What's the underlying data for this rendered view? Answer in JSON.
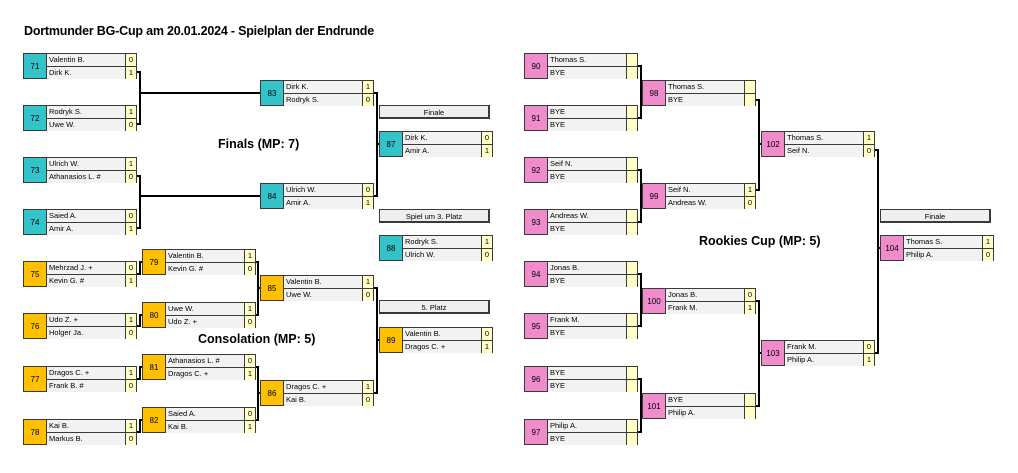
{
  "title": "Dortmunder BG-Cup am 20.01.2024 - Spielplan der Endrunde",
  "sections": {
    "finals": "Finals (MP: 7)",
    "consolation": "Consolation (MP: 5)",
    "rookies": "Rookies Cup (MP: 5)"
  },
  "labels": {
    "finale": "Finale",
    "third_place": "Spiel um 3. Platz",
    "fifth_place": "5. Platz",
    "rookies_finale": "Finale"
  },
  "colors": {
    "finals": "#33c3c8",
    "consolation": "#ffc000",
    "rookies": "#f08ccc",
    "score_bg": "#ffffc6"
  },
  "matches": {
    "m71": {
      "id": "71",
      "p1": "Valentin B.",
      "s1": "0",
      "p2": "Dirk K.",
      "s2": "1"
    },
    "m72": {
      "id": "72",
      "p1": "Rodryk S.",
      "s1": "1",
      "p2": "Uwe W.",
      "s2": "0"
    },
    "m73": {
      "id": "73",
      "p1": "Ulrich W.",
      "s1": "1",
      "p2": "Athanasios L. #",
      "s2": "0"
    },
    "m74": {
      "id": "74",
      "p1": "Saied A.",
      "s1": "0",
      "p2": "Amir A.",
      "s2": "1"
    },
    "m83": {
      "id": "83",
      "p1": "Dirk K.",
      "s1": "1",
      "p2": "Rodryk S.",
      "s2": "0"
    },
    "m84": {
      "id": "84",
      "p1": "Ulrich W.",
      "s1": "0",
      "p2": "Amir A.",
      "s2": "1"
    },
    "m87": {
      "id": "87",
      "p1": "Dirk K.",
      "s1": "0",
      "p2": "Amir A.",
      "s2": "1"
    },
    "m88": {
      "id": "88",
      "p1": "Rodryk S.",
      "s1": "1",
      "p2": "Ulrich W.",
      "s2": "0"
    },
    "m75": {
      "id": "75",
      "p1": "Mehrzad J. +",
      "s1": "0",
      "p2": "Kevin G. #",
      "s2": "1"
    },
    "m76": {
      "id": "76",
      "p1": "Udo Z. +",
      "s1": "1",
      "p2": "Holger Ja.",
      "s2": "0"
    },
    "m77": {
      "id": "77",
      "p1": "Dragos C. +",
      "s1": "1",
      "p2": "Frank B. #",
      "s2": "0"
    },
    "m78": {
      "id": "78",
      "p1": "Kai B.",
      "s1": "1",
      "p2": "Markus B.",
      "s2": "0"
    },
    "m79": {
      "id": "79",
      "p1": "Valentin B.",
      "s1": "1",
      "p2": "Kevin G. #",
      "s2": "0"
    },
    "m80": {
      "id": "80",
      "p1": "Uwe W.",
      "s1": "1",
      "p2": "Udo Z. +",
      "s2": "0"
    },
    "m81": {
      "id": "81",
      "p1": "Athanasios L. #",
      "s1": "0",
      "p2": "Dragos C. +",
      "s2": "1"
    },
    "m82": {
      "id": "82",
      "p1": "Saied A.",
      "s1": "0",
      "p2": "Kai B.",
      "s2": "1"
    },
    "m85": {
      "id": "85",
      "p1": "Valentin B.",
      "s1": "1",
      "p2": "Uwe W.",
      "s2": "0"
    },
    "m86": {
      "id": "86",
      "p1": "Dragos C. +",
      "s1": "1",
      "p2": "Kai B.",
      "s2": "0"
    },
    "m89": {
      "id": "89",
      "p1": "Valentin B.",
      "s1": "0",
      "p2": "Dragos C. +",
      "s2": "1"
    },
    "m90": {
      "id": "90",
      "p1": "Thomas S.",
      "s1": "",
      "p2": "BYE",
      "s2": ""
    },
    "m91": {
      "id": "91",
      "p1": "BYE",
      "s1": "",
      "p2": "BYE",
      "s2": ""
    },
    "m92": {
      "id": "92",
      "p1": "Seif N.",
      "s1": "",
      "p2": "BYE",
      "s2": ""
    },
    "m93": {
      "id": "93",
      "p1": "Andreas W.",
      "s1": "",
      "p2": "BYE",
      "s2": ""
    },
    "m94": {
      "id": "94",
      "p1": "Jonas B.",
      "s1": "",
      "p2": "BYE",
      "s2": ""
    },
    "m95": {
      "id": "95",
      "p1": "Frank M.",
      "s1": "",
      "p2": "BYE",
      "s2": ""
    },
    "m96": {
      "id": "96",
      "p1": "BYE",
      "s1": "",
      "p2": "BYE",
      "s2": ""
    },
    "m97": {
      "id": "97",
      "p1": "Philip A.",
      "s1": "",
      "p2": "BYE",
      "s2": ""
    },
    "m98": {
      "id": "98",
      "p1": "Thomas S.",
      "s1": "",
      "p2": "BYE",
      "s2": ""
    },
    "m99": {
      "id": "99",
      "p1": "Seif N.",
      "s1": "1",
      "p2": "Andreas W.",
      "s2": "0"
    },
    "m100": {
      "id": "100",
      "p1": "Jonas B.",
      "s1": "0",
      "p2": "Frank M.",
      "s2": "1"
    },
    "m101": {
      "id": "101",
      "p1": "BYE",
      "s1": "",
      "p2": "Philip A.",
      "s2": ""
    },
    "m102": {
      "id": "102",
      "p1": "Thomas S.",
      "s1": "1",
      "p2": "Seif N.",
      "s2": "0"
    },
    "m103": {
      "id": "103",
      "p1": "Frank M.",
      "s1": "0",
      "p2": "Philip A.",
      "s2": "1"
    },
    "m104": {
      "id": "104",
      "p1": "Thomas S.",
      "s1": "1",
      "p2": "Philip A.",
      "s2": "0"
    }
  }
}
